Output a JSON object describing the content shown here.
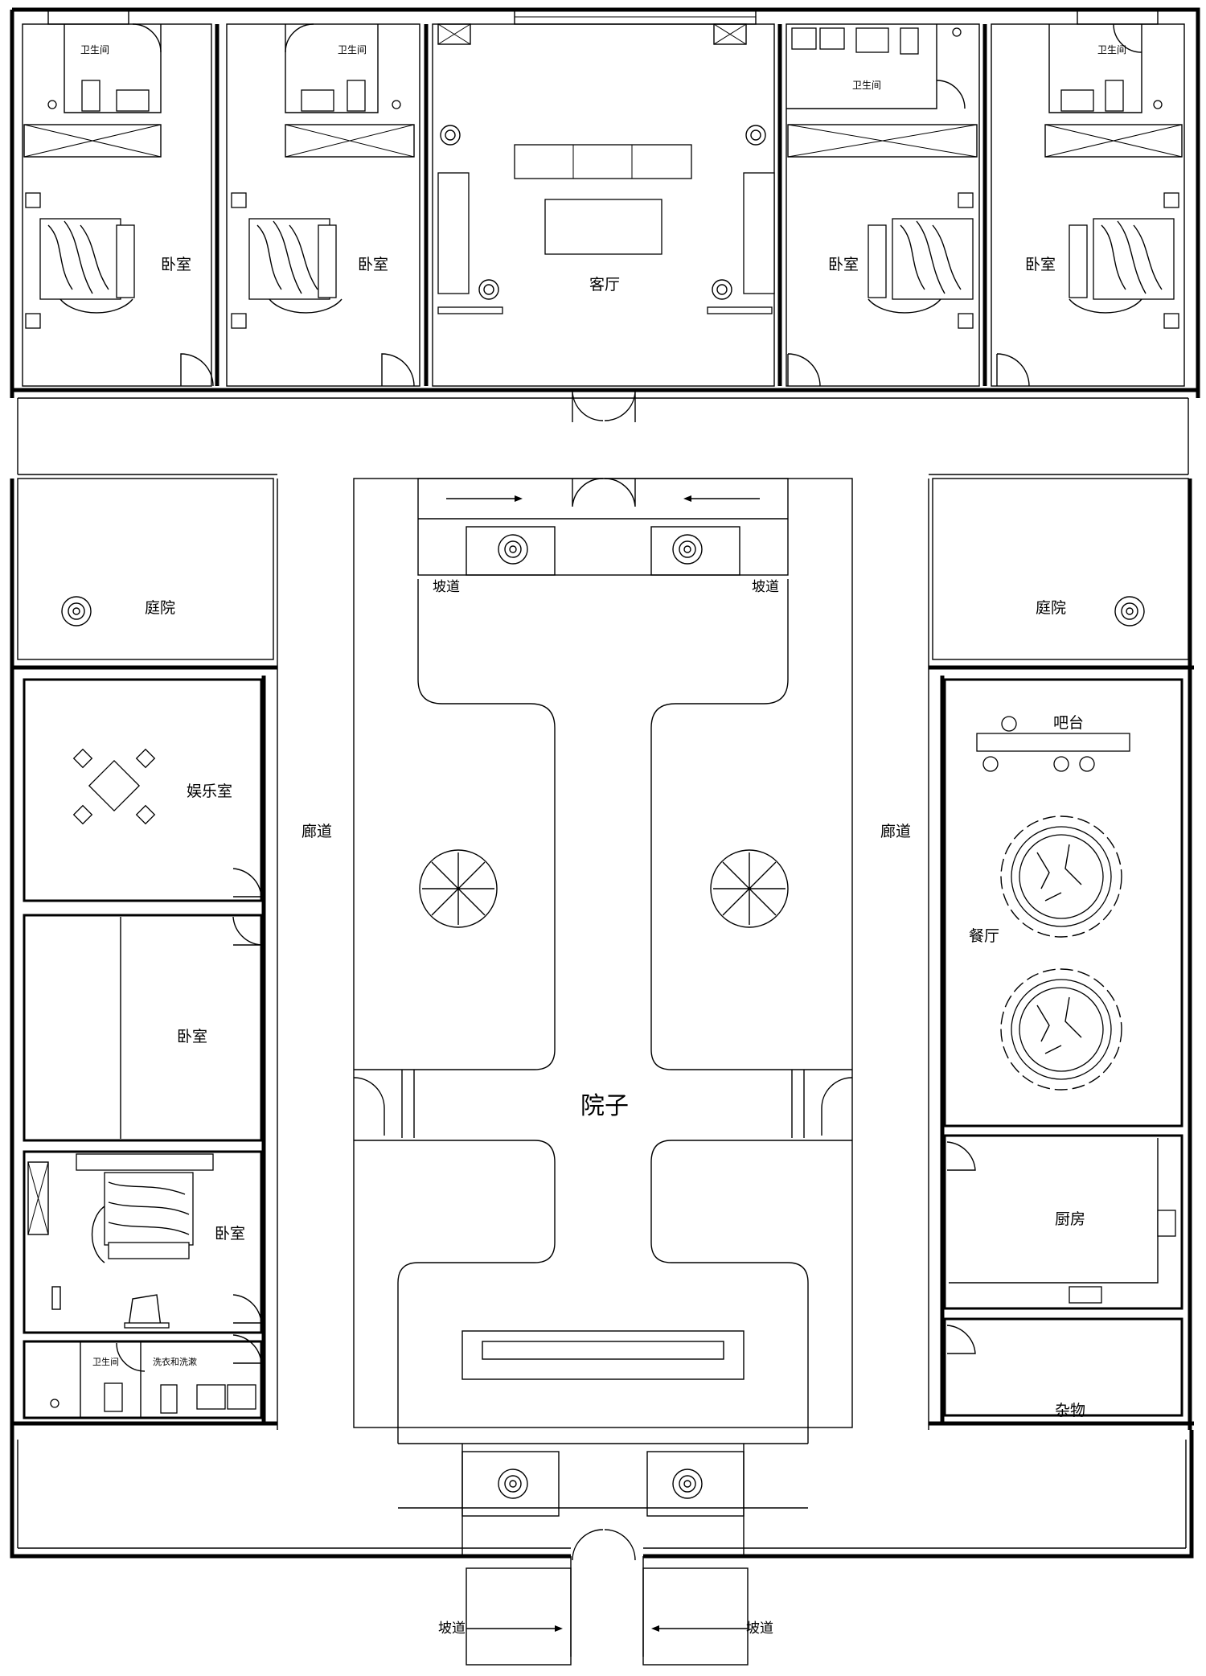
{
  "labels": {
    "bath_1": "卫生间",
    "bath_2": "卫生间",
    "bath_3": "卫生间",
    "bath_4": "卫生间",
    "bath_5": "卫生间",
    "bedroom_1": "卧室",
    "bedroom_2": "卧室",
    "bedroom_3": "卧室",
    "bedroom_4": "卧室",
    "bedroom_5": "卧室",
    "bedroom_6": "卧室",
    "living_room": "客厅",
    "courtyard_left": "庭院",
    "courtyard_right": "庭院",
    "ramp_inner_left": "坡道",
    "ramp_inner_right": "坡道",
    "ramp_outer_left": "坡道",
    "ramp_outer_right": "坡道",
    "entertainment": "娱乐室",
    "corridor_left": "廊道",
    "corridor_right": "廊道",
    "bar": "吧台",
    "dining": "餐厅",
    "yard": "院子",
    "laundry": "洗衣和洗漱",
    "kitchen": "厨房",
    "storage": "杂物"
  },
  "icons": [
    "tree-icon",
    "shrub-icon",
    "bed-icon",
    "sofa-icon",
    "round-dining-table-icon",
    "toilet-icon",
    "sink-icon",
    "door-swing-icon",
    "mahjong-table-icon",
    "arrow-icon"
  ]
}
